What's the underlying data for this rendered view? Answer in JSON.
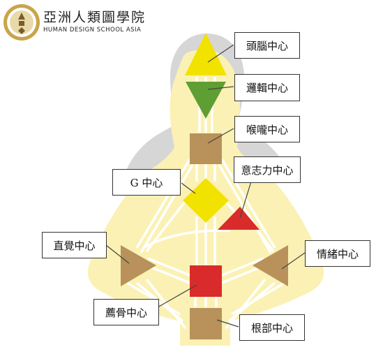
{
  "brand": {
    "title": "亞洲人類圖學院",
    "subtitle": "HUMAN DESIGN SCHOOL ASIA"
  },
  "centers": {
    "head": "頭腦中心",
    "ajna": "邏輯中心",
    "throat": "喉嚨中心",
    "g": "G 中心",
    "will": "意志力中心",
    "spleen": "直覺中心",
    "solar_plexus": "情緒中心",
    "sacral": "薦骨中心",
    "root": "根部中心"
  },
  "colors": {
    "body_fill": "#fbf1b4",
    "head_silhouette": "#d6d6d6",
    "head_center": "#f2e200",
    "ajna_center": "#5e9e32",
    "throat_center": "#b8925a",
    "g_center": "#f2e200",
    "will_center": "#d92b2b",
    "spleen_center": "#b8925a",
    "solar_plexus_center": "#b8925a",
    "sacral_center": "#d92b2b",
    "root_center": "#b8925a"
  }
}
